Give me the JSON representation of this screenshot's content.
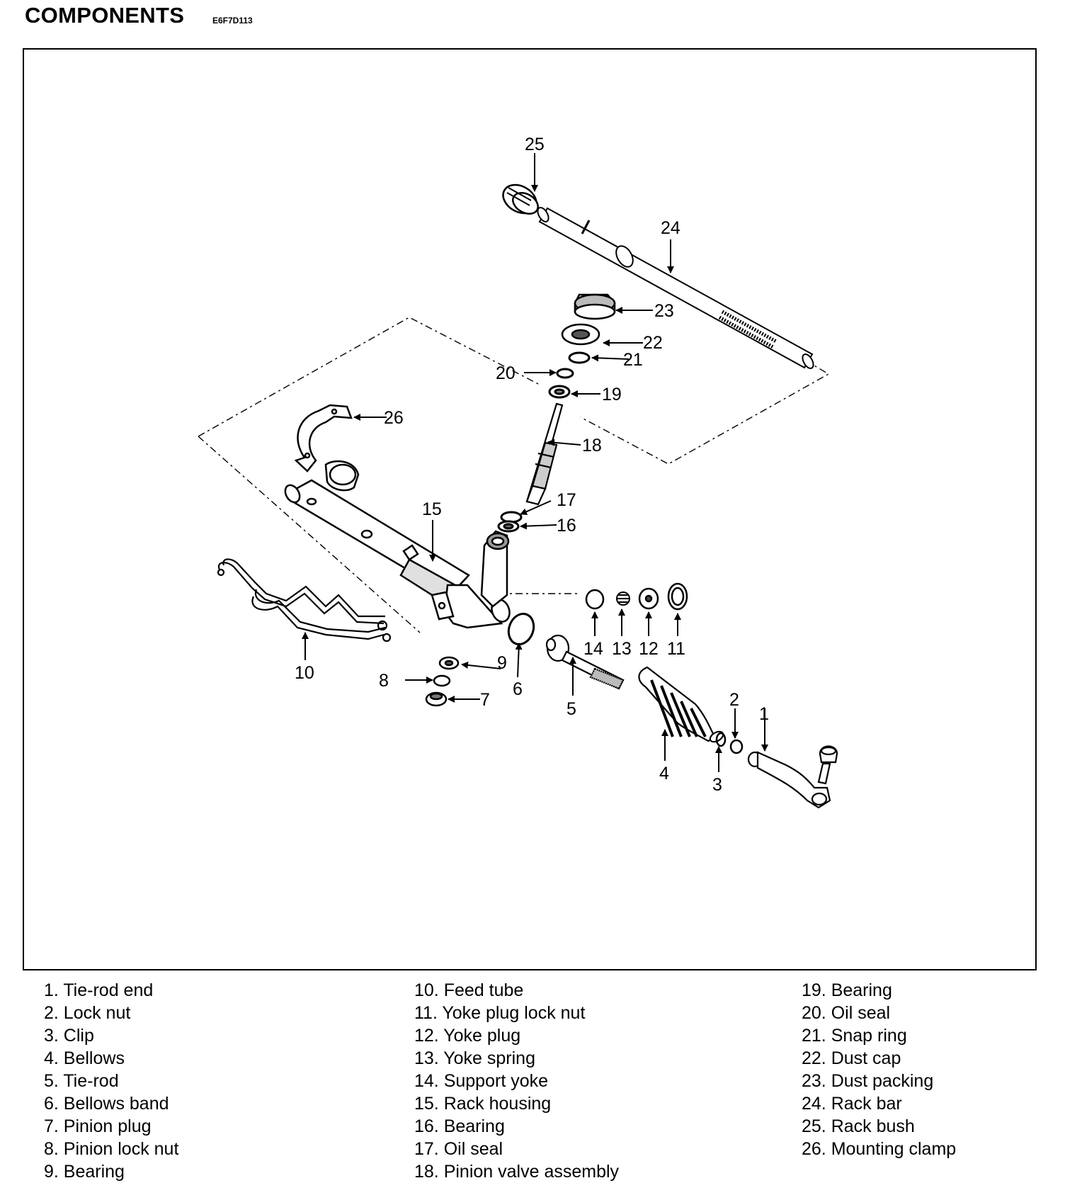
{
  "header": {
    "title": "COMPONENTS",
    "code": "E6F7D113"
  },
  "callouts": [
    "1",
    "2",
    "3",
    "4",
    "5",
    "6",
    "7",
    "8",
    "9",
    "10",
    "11",
    "12",
    "13",
    "14",
    "15",
    "16",
    "17",
    "18",
    "19",
    "20",
    "21",
    "22",
    "23",
    "24",
    "25",
    "26"
  ],
  "legend": {
    "col1": [
      "1. Tie-rod end",
      "2. Lock nut",
      "3. Clip",
      "4. Bellows",
      "5. Tie-rod",
      "6. Bellows band",
      "7. Pinion plug",
      "8. Pinion lock nut",
      "9. Bearing"
    ],
    "col2": [
      "10. Feed tube",
      "11. Yoke plug lock nut",
      "12. Yoke plug",
      "13. Yoke spring",
      "14. Support yoke",
      "15. Rack housing",
      "16. Bearing",
      "17. Oil seal",
      "18. Pinion valve assembly"
    ],
    "col3": [
      "19. Bearing",
      "20. Oil seal",
      "21. Snap ring",
      "22. Dust cap",
      "23. Dust packing",
      "24. Rack bar",
      "25. Rack bush",
      "26. Mounting clamp"
    ]
  }
}
